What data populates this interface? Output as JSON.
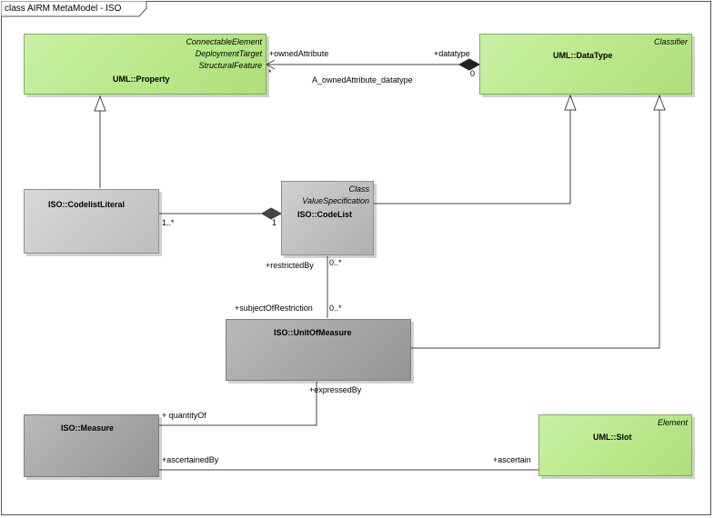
{
  "frame": {
    "title": "class AIRM MetaModel - ISO"
  },
  "classes": {
    "property": {
      "stereotypes": [
        "ConnectableElement",
        "DeploymentTarget",
        "StructuralFeature"
      ],
      "name": "UML::Property"
    },
    "datatype": {
      "stereotypes": [
        "Classifier"
      ],
      "name": "UML::DataType"
    },
    "codelist_literal": {
      "name": "ISO::CodelistLiteral"
    },
    "codelist": {
      "stereotypes": [
        "Class",
        "ValueSpecification"
      ],
      "name": "ISO::CodeList"
    },
    "unit_of_measure": {
      "name": "ISO::UnitOfMeasure"
    },
    "measure": {
      "name": "ISO::Measure"
    },
    "slot": {
      "stereotypes": [
        "Element"
      ],
      "name": "UML::Slot"
    }
  },
  "associations": {
    "owned_attribute": {
      "name": "A_ownedAttribute_datatype",
      "source_role": "+ownedAttribute",
      "source_multiplicity": "*",
      "target_role": "+datatype",
      "target_multiplicity": "0"
    },
    "codelist_composition": {
      "literal_multiplicity": "1..*",
      "codelist_multiplicity": "1"
    },
    "restriction": {
      "restricted_role": "+restrictedBy",
      "restricted_multiplicity": "0..*",
      "subject_role": "+subjectOfRestriction",
      "subject_multiplicity": "0..*"
    },
    "expressed": {
      "role_a": "+expressedBy",
      "role_b": "+ quantityOf"
    },
    "ascertain": {
      "role_a": "+ascertainedBy",
      "role_b": "+ascertain"
    }
  }
}
